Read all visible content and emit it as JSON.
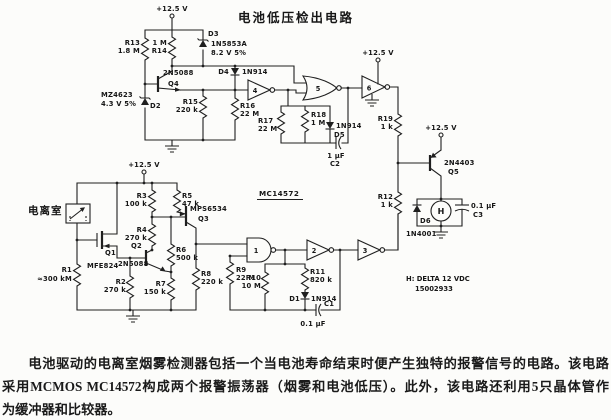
{
  "figure": {
    "title": "电池低压检出电路",
    "ic_name": "MC14572",
    "chamber_label": "电离室",
    "supply": "+12.5 V",
    "horn_symbol": "H",
    "horn_note": [
      "H: DELTA 12 VDC",
      "15002933"
    ],
    "gates": {
      "g1": "1",
      "g2": "2",
      "g3": "3",
      "g4": "4",
      "g5": "5",
      "g6": "6"
    },
    "parts": {
      "r13": [
        "R13",
        "1.8 M"
      ],
      "r14": [
        "1 M",
        "R14"
      ],
      "d3": [
        "D3",
        "1N5853A",
        "8.2 V  5%"
      ],
      "q4": [
        "2N5088",
        "Q4"
      ],
      "d2": [
        "MZ4623",
        "4.3 V  5%",
        "D2"
      ],
      "r15": [
        "R15",
        "220 k"
      ],
      "d4": [
        "D4",
        "1N914"
      ],
      "r16": [
        "R16",
        "22 M"
      ],
      "r17": [
        "R17",
        "22 M"
      ],
      "r18": [
        "R18",
        "1 M"
      ],
      "d5": [
        "1N914",
        "D5"
      ],
      "c2": [
        "1 µF",
        "C2"
      ],
      "r19": [
        "R19",
        "1 k"
      ],
      "q5": [
        "2N4403",
        "Q5"
      ],
      "r12": [
        "R12",
        "1 k"
      ],
      "d6": [
        "D6",
        "1N4001"
      ],
      "c3": [
        "0.1 µF",
        "C3"
      ],
      "r3": [
        "R3",
        "100 k"
      ],
      "r5": [
        "R5",
        "47 k"
      ],
      "q3": [
        "MPS6534",
        "Q3"
      ],
      "r4": [
        "R4",
        "270 k"
      ],
      "q1": [
        "Q1",
        "MFE824"
      ],
      "q2": [
        "Q2",
        "2N5088"
      ],
      "r6": [
        "R6",
        "500 k"
      ],
      "r1": [
        "R1",
        "≈300 kM"
      ],
      "r2": [
        "R2",
        "270 k"
      ],
      "r7": [
        "R7",
        "150 k"
      ],
      "r8": [
        "R8",
        "220 k"
      ],
      "r9": [
        "R9",
        "22 M"
      ],
      "r10": [
        "R10",
        "10 M"
      ],
      "r11": [
        "R11",
        "820 k"
      ],
      "d1": [
        "D1",
        "1N914"
      ],
      "c1": [
        "C1",
        "0.1 µF"
      ]
    }
  },
  "caption": {
    "line1": "电池驱动的电离室烟雾检测器包括一个当电池寿命结束时便产生独特的报警信号的电路。该电路",
    "line2": "采用MCMOS MC14572构成两个报警振荡器（烟雾和电池低压）。此外，该电路还利用5只晶体管作",
    "line3": "为缓冲器和比较器。"
  }
}
